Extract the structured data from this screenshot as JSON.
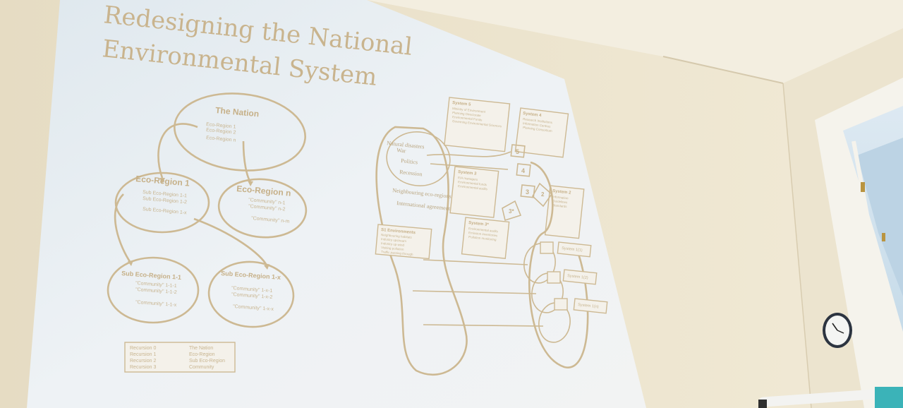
{
  "slide": {
    "title_line1": "Redesigning the National",
    "title_line2": "Environmental System"
  },
  "left_diagram": {
    "nation": {
      "title": "The Nation",
      "items": [
        "Eco-Region 1",
        "Eco-Region 2",
        "Eco-Region n"
      ]
    },
    "eco_region_1": {
      "title": "Eco-Region 1",
      "items": [
        "Sub Eco-Region 1-1",
        "Sub Eco-Region 1-2",
        "Sub Eco-Region 1-x"
      ]
    },
    "eco_region_n": {
      "title": "Eco-Region n",
      "items": [
        "\"Community\" n-1",
        "\"Community\" n-2",
        "\"Community\" n-m"
      ]
    },
    "sub_region_1_1": {
      "title": "Sub Eco-Region 1-1",
      "items": [
        "\"Community\" 1-1-1",
        "\"Community\" 1-1-2",
        "\"Community\" 1-1-x"
      ]
    },
    "sub_region_1_x": {
      "title": "Sub Eco-Region 1-x",
      "items": [
        "\"Community\" 1-x-1",
        "\"Community\" 1-x-2",
        "\"Community\" 1-x-x"
      ]
    },
    "legend": {
      "left": [
        "Recursion 0",
        "Recursion 1",
        "Recursion 2",
        "Recursion 3"
      ],
      "right": [
        "The Nation",
        "Eco-Region",
        "Sub Eco-Region",
        "Community"
      ]
    }
  },
  "right_diagram": {
    "environment": [
      "Natural disasters",
      "War",
      "Politics",
      "Recession"
    ],
    "neighbouring": "Neighbouring eco-regions",
    "international": "International agreements",
    "s1_env": {
      "title": "S1 Environments",
      "items": [
        "Neighbouring habitats",
        "Industry upstream",
        "Industry up-wind",
        "Visiting pollution",
        "Traffic passing through"
      ]
    },
    "system5": {
      "title": "System 5",
      "items": [
        "Ministry of Environment",
        "Planning Directorate",
        "Environmental Funds",
        "Governing Environmental Sciences"
      ]
    },
    "system4": {
      "title": "System 4",
      "items": [
        "Research Institutions",
        "Information Centres",
        "Planning Consortium"
      ]
    },
    "system3": {
      "title": "System 3",
      "items": [
        "EIA managers",
        "Environmental funds",
        "Environmental audits"
      ]
    },
    "system3star": {
      "title": "System 3*",
      "items": [
        "Environmental audits",
        "Emission inventories",
        "Pollution monitoring"
      ]
    },
    "system2": {
      "title": "System 2",
      "items": [
        "Information",
        "Guidelines",
        "Standards"
      ]
    },
    "units": [
      "System 1(1)",
      "System 1(2)",
      "System 1(n)"
    ],
    "nodes": [
      "5",
      "4",
      "3",
      "3*",
      "2"
    ]
  },
  "room": {
    "clock": "wall clock"
  }
}
